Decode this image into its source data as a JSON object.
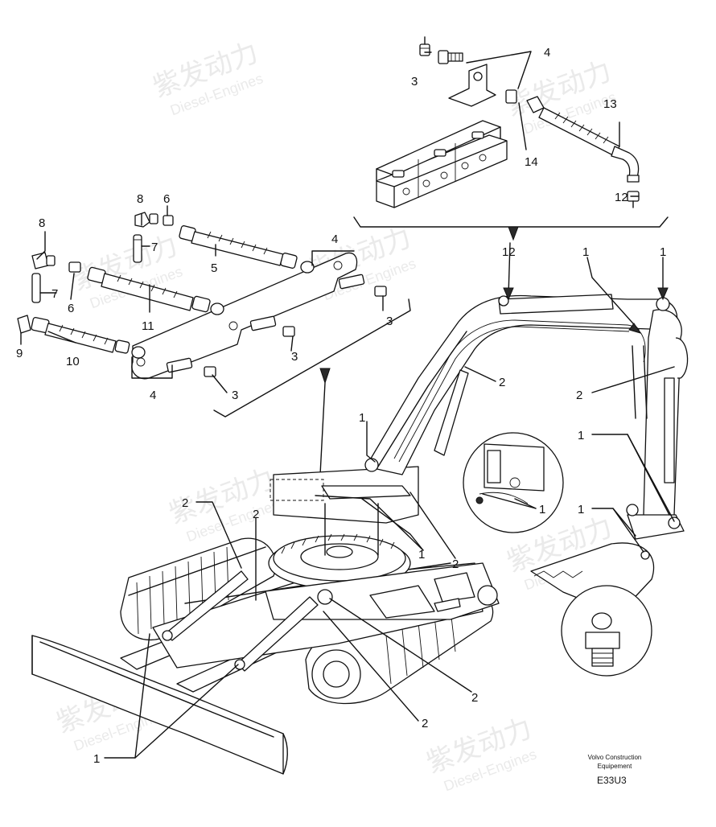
{
  "watermark": {
    "brand_cn": "紫发动力",
    "brand_en": "Diesel-Engines"
  },
  "callouts": {
    "c1": "1",
    "c2": "2",
    "c3": "3",
    "c4": "4",
    "c5": "5",
    "c6": "6",
    "c7": "7",
    "c8": "8",
    "c9": "9",
    "c10": "10",
    "c11": "11",
    "c12": "12",
    "c13": "13",
    "c14": "14"
  },
  "footer": {
    "company_line1": "Volvo Construction",
    "company_line2": "Equipement",
    "code": "E33U3"
  }
}
